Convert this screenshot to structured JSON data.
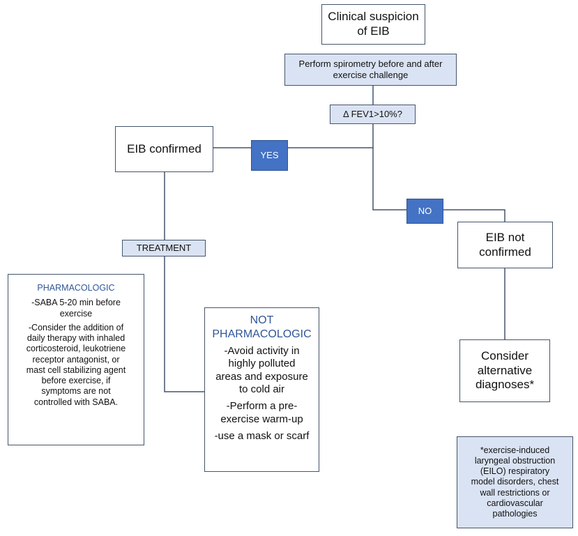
{
  "nodes": {
    "suspicion": {
      "line1": "Clinical suspicion",
      "line2": "of EIB"
    },
    "spirometry": {
      "line1": "Perform spirometry before and after",
      "line2": "exercise challenge"
    },
    "fev_question": "Δ FEV1>10%?",
    "yes_label": "YES",
    "no_label": "NO",
    "eib_confirmed": "EIB confirmed",
    "eib_not_confirmed": {
      "line1": "EIB not",
      "line2": "confirmed"
    },
    "treatment": "TREATMENT",
    "alternative": {
      "line1": "Consider",
      "line2": "alternative",
      "line3": "diagnoses*"
    },
    "pharmacologic": {
      "title": "PHARMACOLOGIC",
      "item1": {
        "line1": "-SABA 5-20 min before",
        "line2": "exercise"
      },
      "item2": {
        "line1": "-Consider the addition of",
        "line2": "daily therapy with inhaled",
        "line3": "corticosteroid, leukotriene",
        "line4": "receptor antagonist, or",
        "line5": "mast cell stabilizing agent",
        "line6": "before exercise, if",
        "line7": "symptoms are not",
        "line8": "controlled with SABA."
      }
    },
    "not_pharmacologic": {
      "title_line1": "NOT",
      "title_line2": "PHARMACOLOGIC",
      "item1": {
        "line1": "-Avoid activity in",
        "line2": "highly polluted",
        "line3": "areas and exposure",
        "line4": "to cold air"
      },
      "item2": {
        "line1": "-Perform a pre-",
        "line2": "exercise warm-up"
      },
      "item3": "-use a mask or scarf"
    },
    "footnote": {
      "line1": "*exercise-induced",
      "line2": "laryngeal obstruction",
      "line3": "(EILO) respiratory",
      "line4": "model disorders, chest",
      "line5": "wall restrictions or",
      "line6": "cardiovascular",
      "line7": "pathologies"
    }
  },
  "colors": {
    "line": "#44546a",
    "shaded_fill": "#dae3f3",
    "dark_fill": "#4472c4",
    "title_blue": "#2f5597"
  }
}
